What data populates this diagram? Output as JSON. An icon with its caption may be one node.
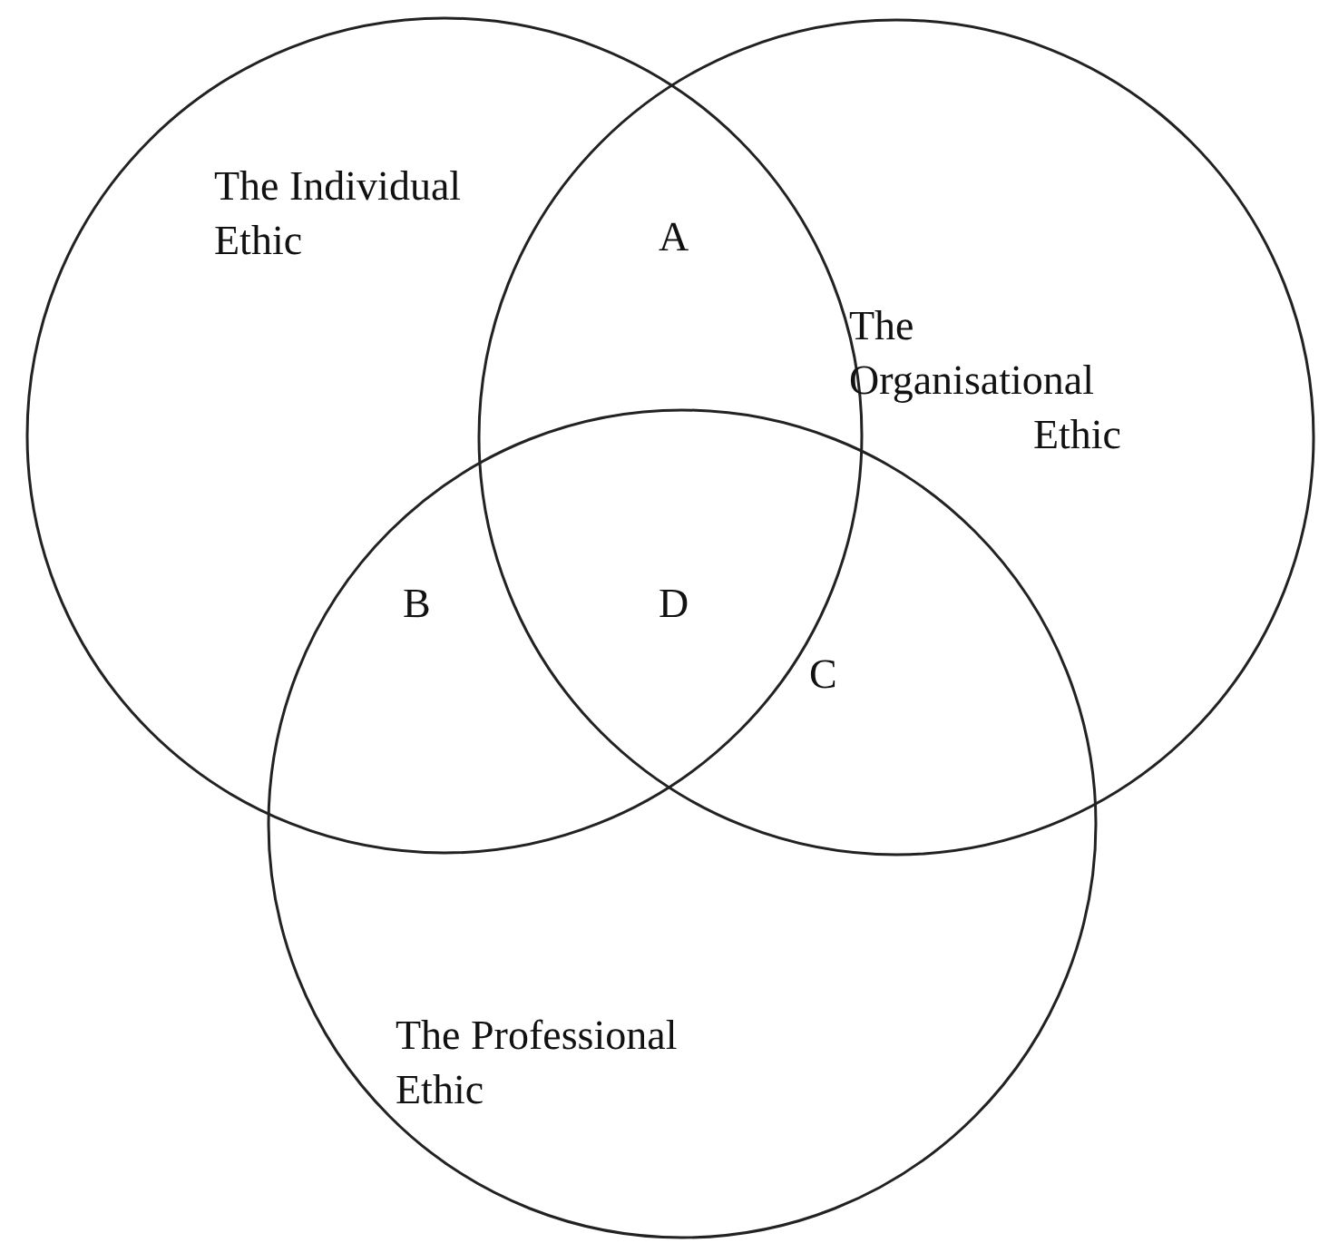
{
  "diagram": {
    "nodes": [
      {
        "text": [
          "The Individual Ethic"
        ]
      },
      {
        "text": [
          "The Organisational Ethic"
        ]
      },
      {
        "text": [
          "The Professional Ethic"
        ]
      }
    ],
    "labels": [
      "A",
      "B",
      "D",
      "C"
    ]
  }
}
